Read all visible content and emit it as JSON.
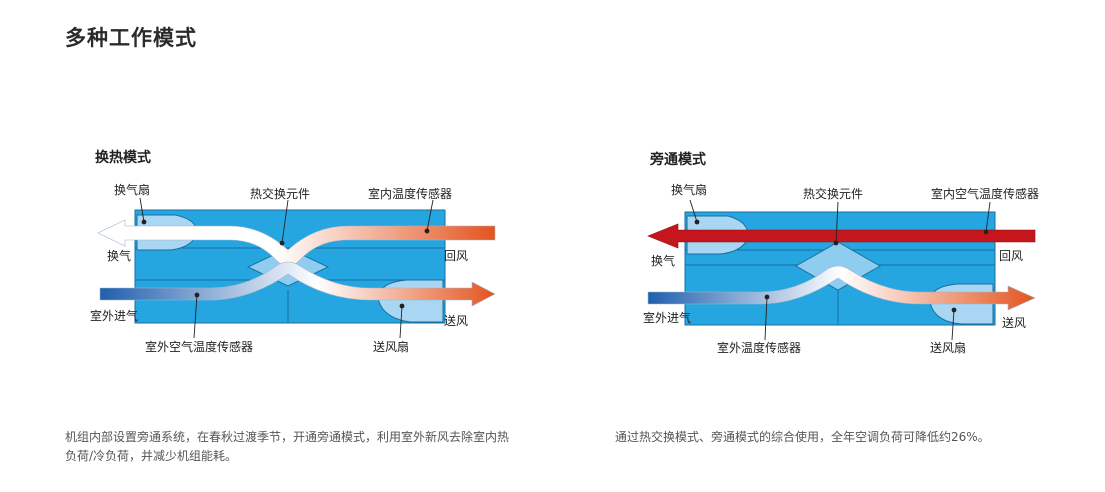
{
  "page": {
    "title": "多种工作模式"
  },
  "colors": {
    "unit_blue": "#26a6e0",
    "unit_border": "#1a6fa0",
    "lobe_blue": "#a9d6f2",
    "warm_arrow_start": "#ffffff",
    "warm_arrow_end": "#e3541e",
    "cold_arrow_start": "#1f5fae",
    "exhaust_red": "#c4161c"
  },
  "heat_exchange_mode": {
    "title": "换热模式",
    "labels": {
      "exhaust_fan": "换气扇",
      "heat_exchanger": "热交换元件",
      "indoor_temp_sensor": "室内温度传感器",
      "exhaust_air": "换气",
      "return_air": "回风",
      "fresh_air_in": "室外进气",
      "supply_air": "送风",
      "outdoor_temp_sensor": "室外空气温度传感器",
      "supply_fan": "送风扇"
    },
    "description": "机组内部设置旁通系统，在春秋过渡季节，开通旁通模式，利用室外新风去除室内热负荷/冷负荷，并减少机组能耗。"
  },
  "bypass_mode": {
    "title": "旁通模式",
    "labels": {
      "exhaust_fan": "换气扇",
      "heat_exchanger": "热交换元件",
      "indoor_temp_sensor": "室内空气温度传感器",
      "exhaust_air": "换气",
      "return_air": "回风",
      "fresh_air_in": "室外进气",
      "supply_air": "送风",
      "outdoor_temp_sensor": "室外温度传感器",
      "supply_fan": "送风扇"
    },
    "description": "通过热交换模式、旁通模式的综合使用，全年空调负荷可降低约26%。"
  }
}
